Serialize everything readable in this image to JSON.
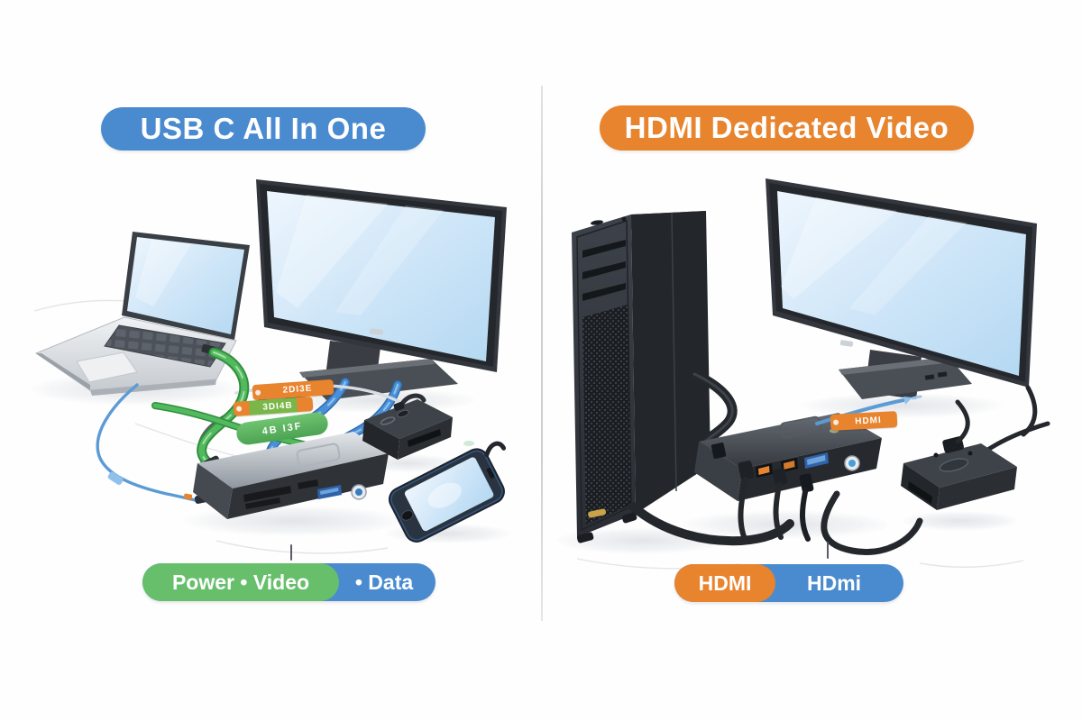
{
  "left": {
    "banner": "USB C All In One",
    "legend": {
      "green": "Power • Video",
      "blue": "• Data"
    },
    "tags": {
      "tag1": "2DI3E",
      "tag2": "3DI4B",
      "sleeve": "4B I3F"
    },
    "devices": [
      "laptop",
      "monitor",
      "usb-c-dock",
      "power-bank",
      "smartphone"
    ]
  },
  "right": {
    "banner": "HDMI Dedicated Video",
    "legend": {
      "orange": "HDMI",
      "blue": "HDmi"
    },
    "tag": "HDMI",
    "devices": [
      "desktop-tower",
      "monitor",
      "hdmi-dock",
      "power-adapter"
    ]
  },
  "colors": {
    "accent_blue": "#4a8bd0",
    "accent_orange": "#e8832e",
    "accent_green": "#67bf6c",
    "cable_green": "#52b95e",
    "cable_blue": "#4a90d8",
    "screen_blue": "#cfe6f8"
  }
}
